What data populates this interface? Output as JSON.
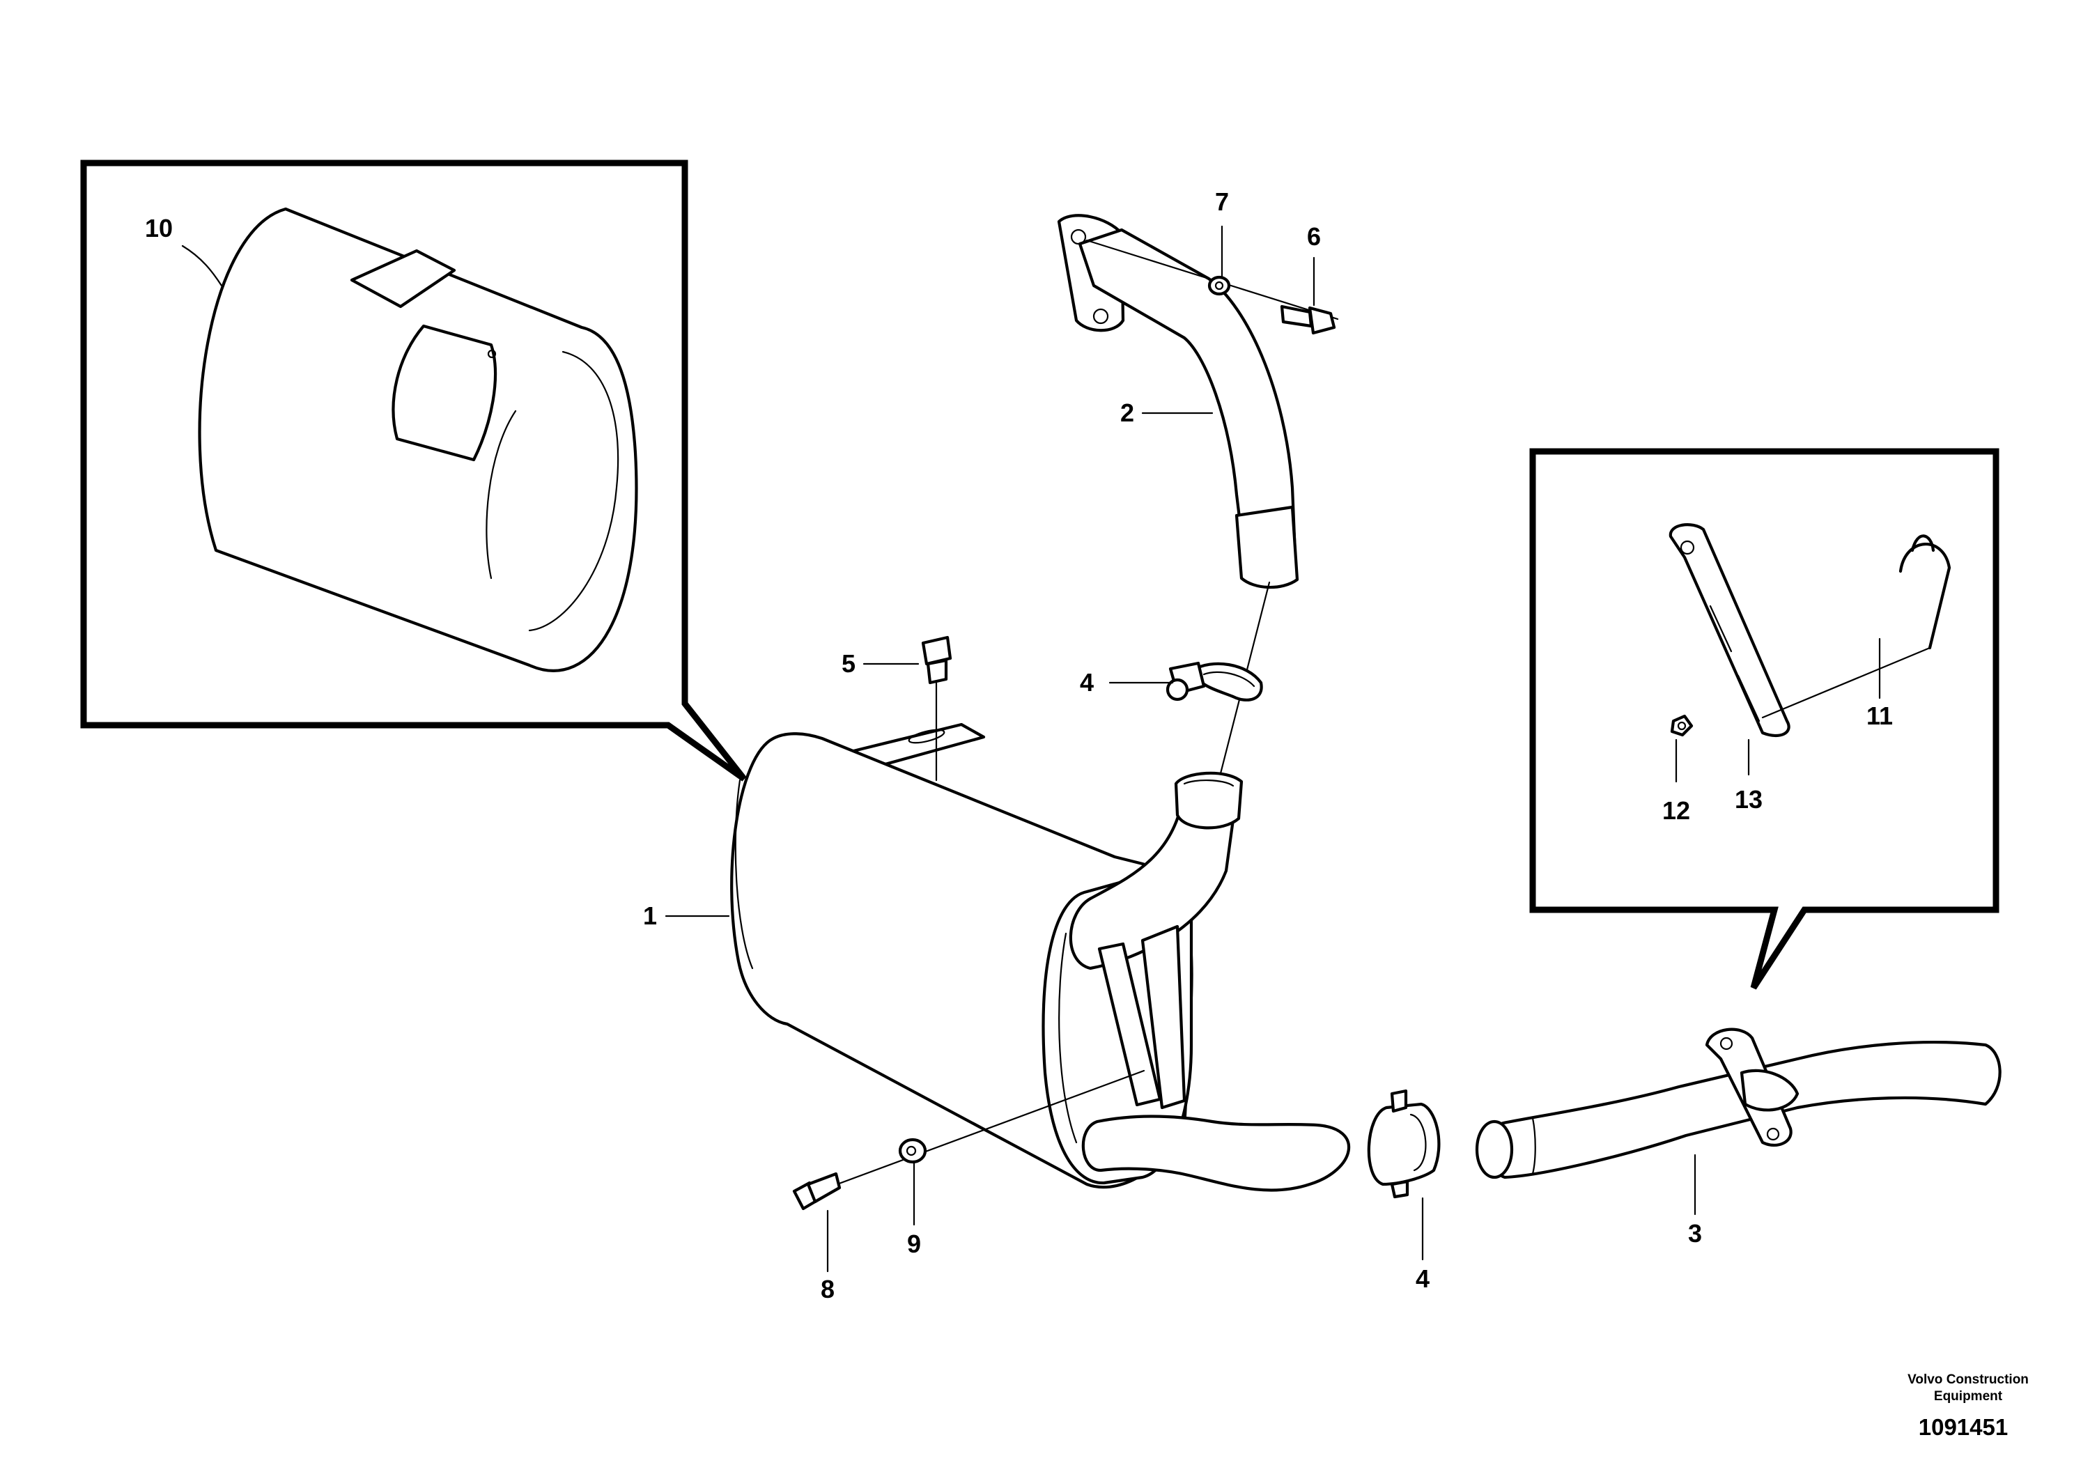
{
  "diagram": {
    "callouts": [
      "1",
      "2",
      "3",
      "4",
      "4",
      "5",
      "6",
      "7",
      "8",
      "9",
      "10",
      "11",
      "12",
      "13"
    ]
  },
  "footer": {
    "company_line1": "Volvo Construction",
    "company_line2": "Equipment",
    "drawing_number": "1091451"
  }
}
